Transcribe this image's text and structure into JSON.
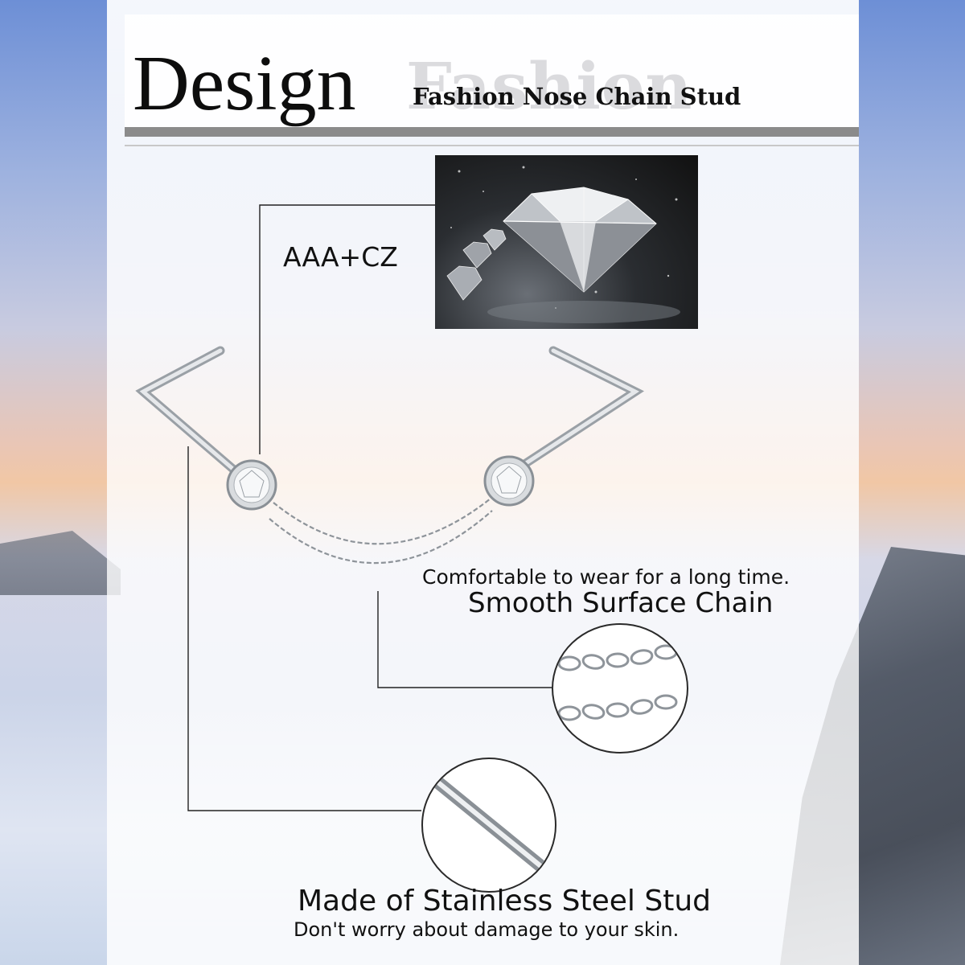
{
  "header": {
    "title": "Design",
    "title_ghost": "Fashion",
    "subtitle": "Fashion Nose Chain Stud"
  },
  "callouts": {
    "gem": "AAA+CZ",
    "comfort": "Comfortable to wear for a long time.",
    "chain": "Smooth Surface Chain",
    "steel": "Made of Stainless Steel Stud",
    "skin": "Don't worry about damage to your skin."
  },
  "colors": {
    "text": "#111111",
    "divider": "#8b8b8b",
    "metal": "#c9ccd1"
  }
}
